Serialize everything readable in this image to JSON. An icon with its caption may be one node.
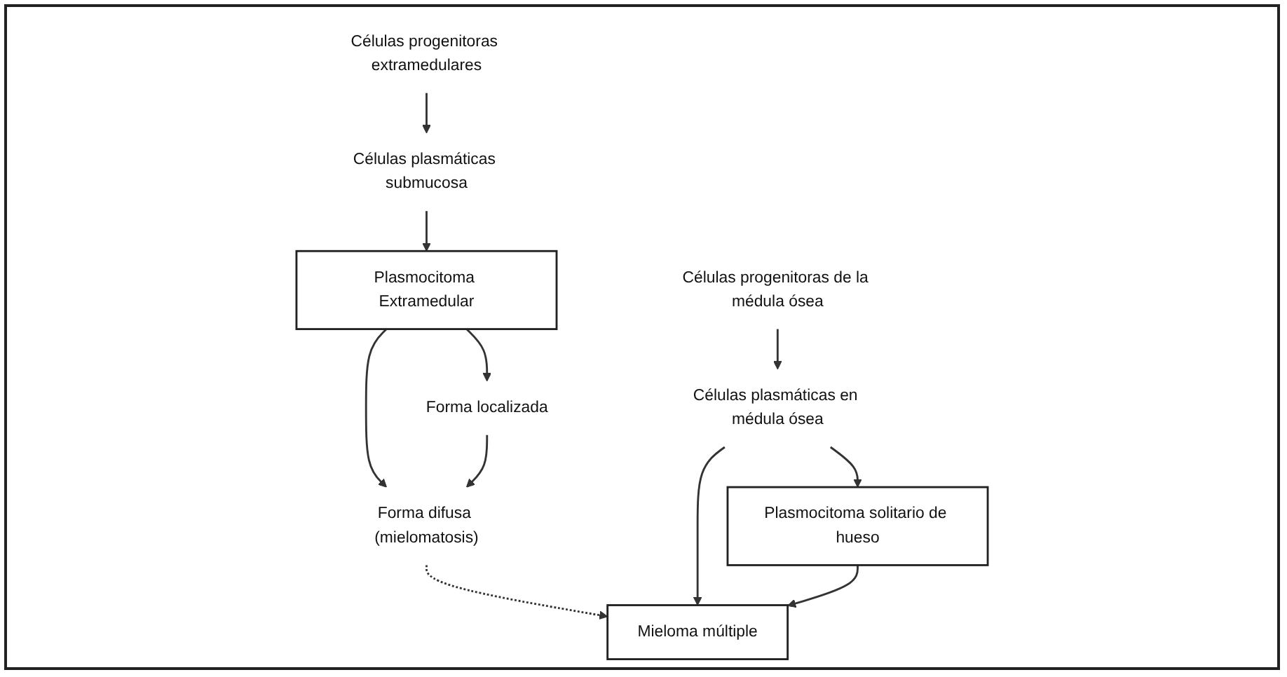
{
  "diagram": {
    "nodes": [
      {
        "text": [
          "Células progenitoras extramedulares"
        ]
      },
      {
        "text": [
          "Células plasmáticas submucosa"
        ]
      },
      {
        "text": [
          "Plasmocitoma Extramedular"
        ]
      },
      {
        "text": [
          "Forma localizada"
        ]
      },
      {
        "text": [
          "Forma difusa (mielomatosis)"
        ]
      },
      {
        "text": [
          "Células progenitoras de la médula ósea"
        ]
      },
      {
        "text": [
          "Células plasmáticas en médula ósea"
        ]
      },
      {
        "text": [
          "Mieloma múltiple"
        ]
      },
      {
        "text": [
          "Plasmocitoma solitario de hueso"
        ]
      }
    ],
    "edges": [
      {
        "from": 0,
        "to": 1,
        "arrow": "to"
      },
      {
        "from": 1,
        "to": 2,
        "arrow": "to"
      },
      {
        "from": 2,
        "to": 3,
        "arrow": "to"
      },
      {
        "from": 2,
        "to": 4,
        "arrow": "to"
      },
      {
        "from": 3,
        "to": 4,
        "arrow": "to"
      },
      {
        "from": 4,
        "to": 7,
        "arrow": "to",
        "style": "dashed"
      },
      {
        "from": 5,
        "to": 6,
        "arrow": "to"
      },
      {
        "from": 6,
        "to": 7,
        "arrow": "to"
      },
      {
        "from": 6,
        "to": 8,
        "arrow": "to"
      },
      {
        "from": 8,
        "to": 7,
        "arrow": "to"
      }
    ]
  }
}
